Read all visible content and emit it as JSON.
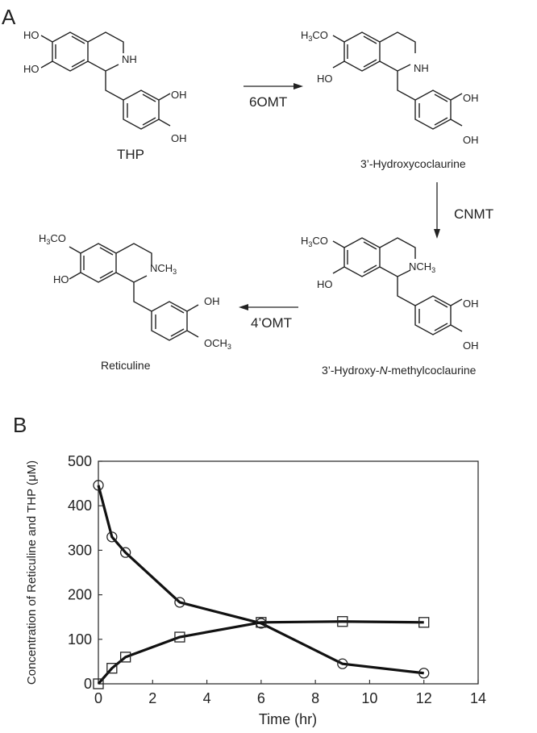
{
  "panel_a": {
    "label": "A",
    "compounds": {
      "thp": {
        "name": "THP",
        "substituents": {
          "r6": "HO",
          "r7": "HO",
          "n": "NH",
          "r3p": "OH",
          "r4p": "OH"
        }
      },
      "hydroxycoclaurine": {
        "name": "3’-Hydroxycoclaurine",
        "substituents": {
          "r6": "H3CO",
          "r7": "HO",
          "n": "NH",
          "r3p": "OH",
          "r4p": "OH"
        }
      },
      "hydroxy_n_methylcoclaurine": {
        "name_pre": "3’-Hydroxy-",
        "name_italic": "N",
        "name_post": "-methylcoclaurine",
        "substituents": {
          "r6": "H3CO",
          "r7": "HO",
          "n": "NCH3",
          "r3p": "OH",
          "r4p": "OH"
        }
      },
      "reticuline": {
        "name": "Reticuline",
        "substituents": {
          "r6": "H3CO",
          "r7": "HO",
          "n": "NCH3",
          "r3p": "OH",
          "r4p": "OCH3"
        }
      }
    },
    "enzymes": {
      "step1": "6OMT",
      "step2": "CNMT",
      "step3": "4’OMT"
    }
  },
  "panel_b": {
    "label": "B"
  },
  "chart_data": {
    "type": "line",
    "title": "",
    "xlabel": "Time (hr)",
    "ylabel": "Concentration of Reticuline and THP  (μM)",
    "xlim": [
      0,
      14
    ],
    "ylim": [
      0,
      500
    ],
    "xticks": [
      0,
      2,
      4,
      6,
      8,
      10,
      12,
      14
    ],
    "yticks": [
      0,
      100,
      200,
      300,
      400,
      500
    ],
    "grid": false,
    "legend": "none",
    "series": [
      {
        "name": "THP",
        "marker": "circle",
        "x": [
          0,
          0.5,
          1,
          3,
          6,
          9,
          12
        ],
        "values": [
          446,
          330,
          295,
          183,
          136,
          45,
          24
        ]
      },
      {
        "name": "Reticuline",
        "marker": "square",
        "x": [
          0,
          0.5,
          1,
          3,
          6,
          9,
          12
        ],
        "values": [
          0,
          35,
          60,
          105,
          138,
          140,
          138
        ]
      }
    ]
  }
}
